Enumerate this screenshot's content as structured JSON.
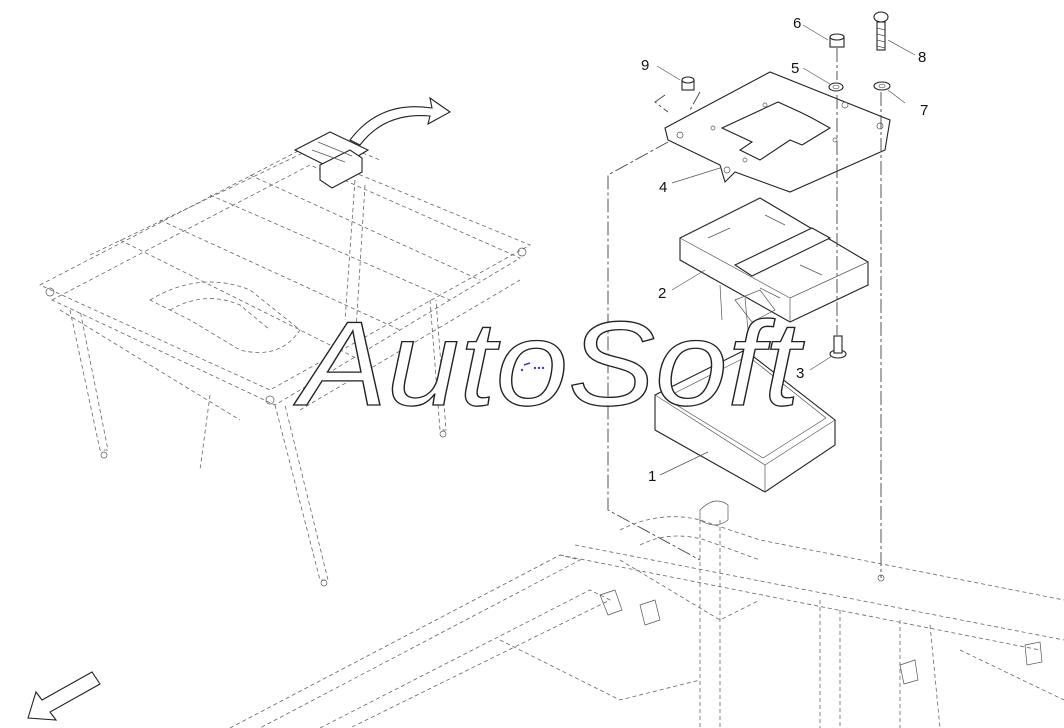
{
  "watermark": {
    "text": "AutoSoft"
  },
  "callouts": [
    {
      "id": "1",
      "label": "1"
    },
    {
      "id": "2",
      "label": "2"
    },
    {
      "id": "3",
      "label": "3"
    },
    {
      "id": "4",
      "label": "4"
    },
    {
      "id": "5",
      "label": "5"
    },
    {
      "id": "6",
      "label": "6"
    },
    {
      "id": "7",
      "label": "7"
    },
    {
      "id": "8",
      "label": "8"
    },
    {
      "id": "9",
      "label": "9"
    }
  ],
  "colors": {
    "line": "#222222",
    "background": "#ffffff",
    "marker": "#3344cc"
  }
}
